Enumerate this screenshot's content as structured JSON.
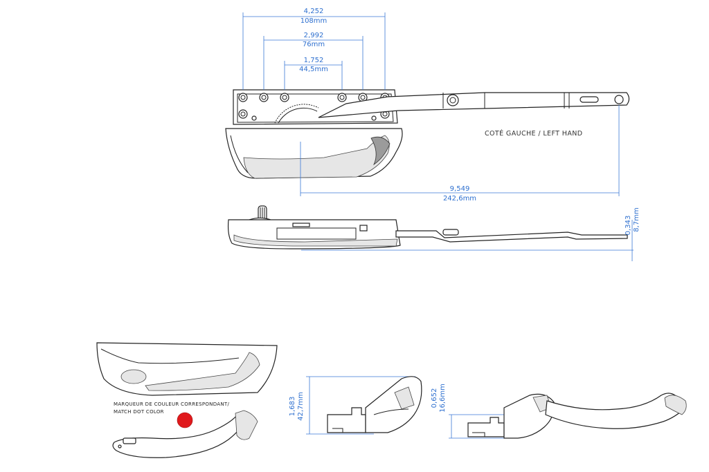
{
  "dimensions": {
    "d1": {
      "imperial": "4,252",
      "metric": "108mm"
    },
    "d2": {
      "imperial": "2,992",
      "metric": "76mm"
    },
    "d3": {
      "imperial": "1,752",
      "metric": "44,5mm"
    },
    "d4": {
      "imperial": "9,549",
      "metric": "242,6mm"
    },
    "d5": {
      "imperial": "0,343",
      "metric": "8,7mm"
    },
    "d6": {
      "imperial": "1,683",
      "metric": "42,7mm"
    },
    "d7": {
      "imperial": "0,652",
      "metric": "16,6mm"
    }
  },
  "labels": {
    "hand": "COTÉ GAUCHE / LEFT HAND",
    "marker_line1": "MARQUEUR DE COULEUR CORRESPONDANT/",
    "marker_line2": "MATCH DOT COLOR"
  },
  "colors": {
    "dimension": "#2d6fcf",
    "match_dot": "#e0191c"
  }
}
